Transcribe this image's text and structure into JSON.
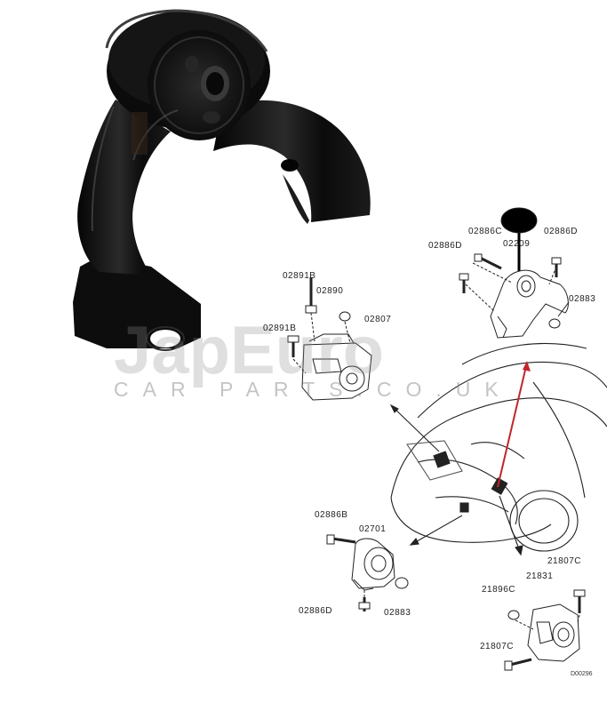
{
  "watermark": {
    "brand": "JapEuro",
    "tagline": "CAR PARTS.CO.UK"
  },
  "diagram": {
    "code": "D00296",
    "labels": {
      "a": "02886C",
      "b": "02209",
      "c": "02886D",
      "d": "02886D",
      "e": "02883",
      "f": "02891B",
      "g": "02890",
      "h": "02891B",
      "i": "02807",
      "j": "02886B",
      "k": "02701",
      "l": "02886D",
      "m": "02883",
      "n": "21807C",
      "o": "21831",
      "p": "21896C",
      "q": "21807C"
    }
  }
}
